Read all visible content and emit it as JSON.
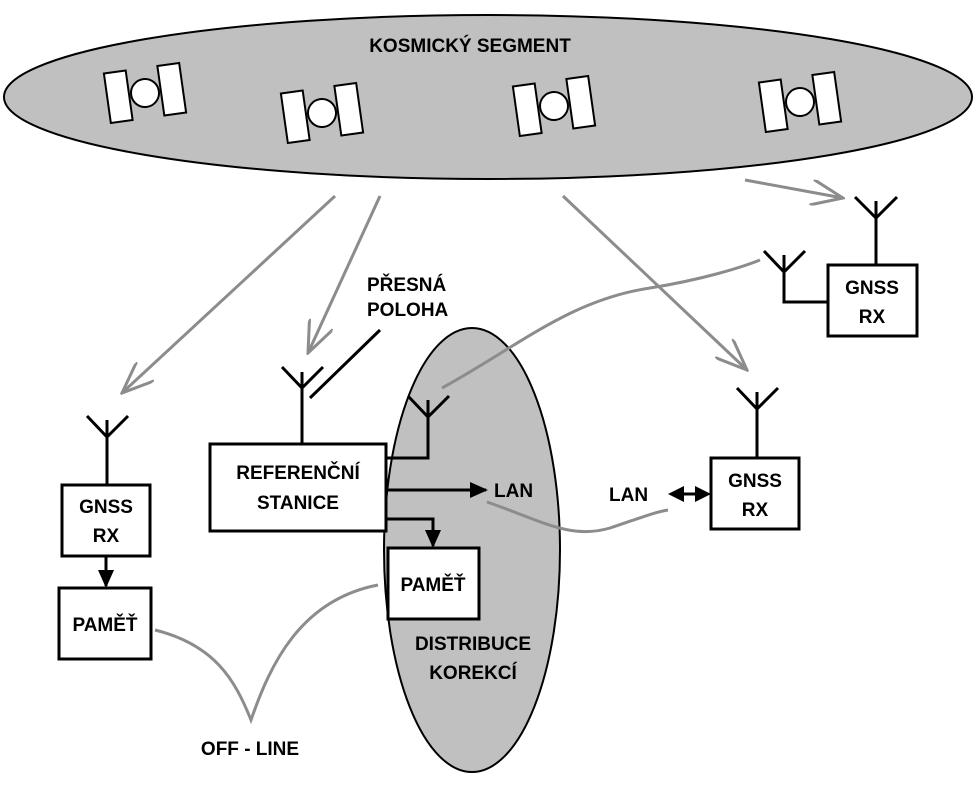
{
  "labels": {
    "space_segment": "KOSMICKÝ SEGMENT",
    "precise_position_line1": "PŘESNÁ",
    "precise_position_line2": "POLOHA",
    "reference_station_line1": "REFERENČNÍ",
    "reference_station_line2": "STANICE",
    "lan_center": "LAN",
    "lan_right": "LAN",
    "memory_left": "PAMĚŤ",
    "memory_center": "PAMĚŤ",
    "gnss_left_line1": "GNSS",
    "gnss_left_line2": "RX",
    "gnss_mid_line1": "GNSS",
    "gnss_mid_line2": "RX",
    "gnss_top_line1": "GNSS",
    "gnss_top_line2": "RX",
    "distribution_line1": "DISTRIBUCE",
    "distribution_line2": "KOREKCÍ",
    "offline": "OFF - LINE"
  },
  "colors": {
    "background": "#ffffff",
    "ellipse_fill": "#c0c0c0",
    "signal_arrows": "#8c8c8c",
    "outline": "#000000"
  },
  "icons": [
    "satellite-icon",
    "antenna-icon",
    "arrow-icon"
  ]
}
